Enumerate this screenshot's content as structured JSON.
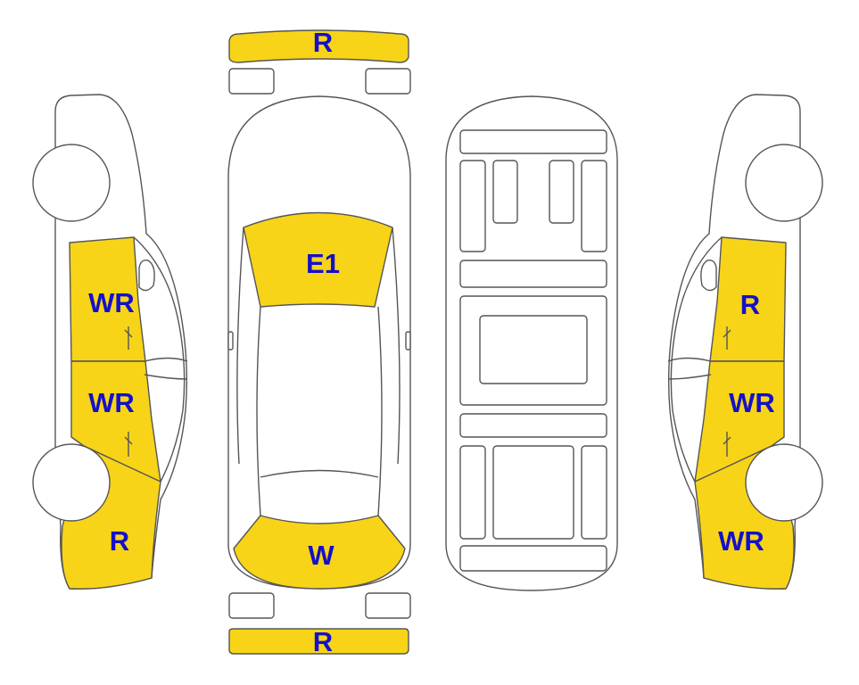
{
  "colors": {
    "damage_fill": "#f7d418",
    "label": "#1410c8",
    "outline": "#555555"
  },
  "labels": {
    "front_bumper": "R",
    "rear_bumper": "R",
    "windshield": "E1",
    "rear_window": "W",
    "left_front_door": "WR",
    "left_rear_door": "WR",
    "left_rear_quarter": "R",
    "right_front_door": "R",
    "right_rear_door": "WR",
    "right_rear_quarter": "WR"
  }
}
